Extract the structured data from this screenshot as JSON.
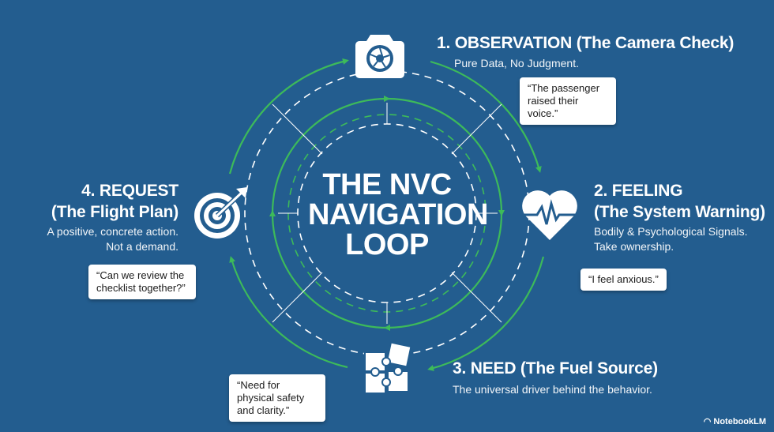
{
  "title": {
    "line1": "THE NVC",
    "line2": "NAVIGATION",
    "line3": "LOOP"
  },
  "steps": [
    {
      "heading": "1. OBSERVATION (The Camera Check)",
      "sub": [
        "Pure Data, No Judgment."
      ],
      "quote": "“The passenger raised their voice.”",
      "icon": "camera-icon"
    },
    {
      "heading": [
        "2. FEELING",
        "(The System Warning)"
      ],
      "sub": [
        "Bodily & Psychological Signals.",
        "Take ownership."
      ],
      "quote": "“I feel anxious.”",
      "icon": "heart-pulse-icon"
    },
    {
      "heading": "3. NEED (The Fuel Source)",
      "sub": [
        "The universal driver behind the behavior."
      ],
      "quote": "“Need for physical safety and clarity.”",
      "icon": "puzzle-icon"
    },
    {
      "heading": [
        "4. REQUEST",
        "(The Flight Plan)"
      ],
      "sub": [
        "A positive, concrete action.",
        "Not a demand."
      ],
      "quote": "“Can we review the checklist together?”",
      "icon": "target-icon"
    }
  ],
  "watermark": "NotebookLM",
  "colors": {
    "background": "#235d8f",
    "accent": "#3dba5a",
    "text": "#ffffff"
  }
}
